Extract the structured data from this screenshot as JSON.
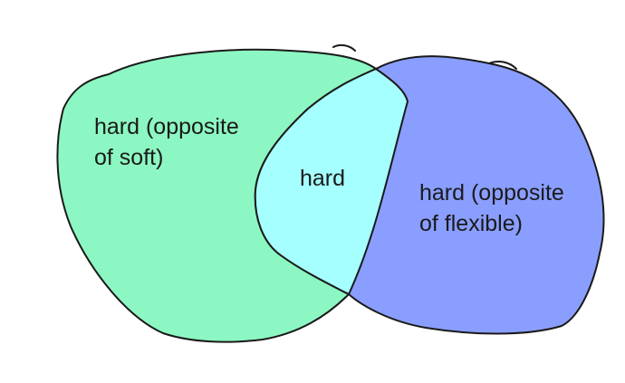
{
  "diagram": {
    "type": "venn",
    "colors": {
      "left_fill": "#8cf7c2",
      "right_fill": "#8a9eff",
      "overlap_fill": "#a6ffff",
      "outline": "#1a1a1a"
    },
    "left": {
      "line1": "hard (opposite",
      "line2": "of soft)"
    },
    "center": {
      "text": "hard"
    },
    "right": {
      "line1": "hard (opposite",
      "line2": "of flexible)"
    }
  }
}
